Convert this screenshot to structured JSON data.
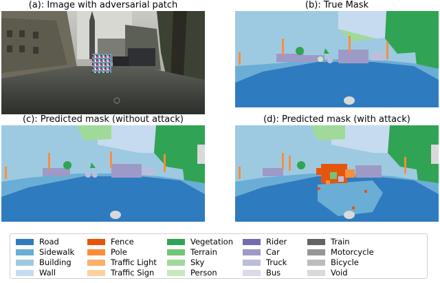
{
  "panels": {
    "a": {
      "title": "(a): Image with adversarial patch"
    },
    "b": {
      "title": "(b): True Mask"
    },
    "c": {
      "title": "(c): Predicted mask (without attack)"
    },
    "d": {
      "title": "(d): Predicted mask (with attack)"
    }
  },
  "legend": {
    "items": [
      {
        "label": "Road",
        "color": "#2f7bbf"
      },
      {
        "label": "Sidewalk",
        "color": "#6aaed6"
      },
      {
        "label": "Building",
        "color": "#9ecae1"
      },
      {
        "label": "Wall",
        "color": "#c6dbef"
      },
      {
        "label": "Fence",
        "color": "#e6550d"
      },
      {
        "label": "Pole",
        "color": "#fd8d3c"
      },
      {
        "label": "Traffic Light",
        "color": "#fdae6b"
      },
      {
        "label": "Traffic Sign",
        "color": "#fdd0a2"
      },
      {
        "label": "Vegetation",
        "color": "#31a354"
      },
      {
        "label": "Terrain",
        "color": "#74c476"
      },
      {
        "label": "Sky",
        "color": "#a1d99b"
      },
      {
        "label": "Person",
        "color": "#c7e9c0"
      },
      {
        "label": "Rider",
        "color": "#756bb1"
      },
      {
        "label": "Car",
        "color": "#9e9ac8"
      },
      {
        "label": "Truck",
        "color": "#bcbddc"
      },
      {
        "label": "Bus",
        "color": "#dadaeb"
      },
      {
        "label": "Train",
        "color": "#636363"
      },
      {
        "label": "Motorcycle",
        "color": "#969696"
      },
      {
        "label": "Bicycle",
        "color": "#bdbdbd"
      },
      {
        "label": "Void",
        "color": "#d9d9d9"
      }
    ]
  }
}
